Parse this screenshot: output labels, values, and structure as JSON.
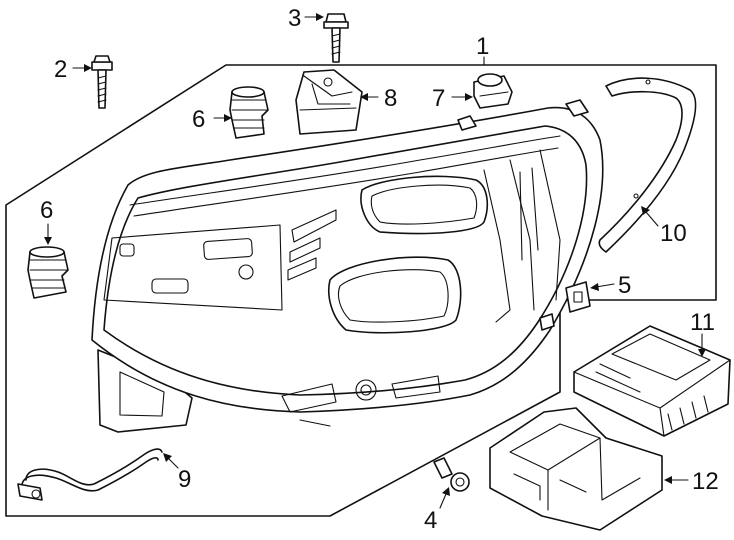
{
  "diagram": {
    "callouts": [
      {
        "id": "1",
        "label": "1"
      },
      {
        "id": "2",
        "label": "2"
      },
      {
        "id": "3",
        "label": "3"
      },
      {
        "id": "4",
        "label": "4"
      },
      {
        "id": "5",
        "label": "5"
      },
      {
        "id": "6a",
        "label": "6"
      },
      {
        "id": "6b",
        "label": "6"
      },
      {
        "id": "7",
        "label": "7"
      },
      {
        "id": "8",
        "label": "8"
      },
      {
        "id": "9",
        "label": "9"
      },
      {
        "id": "10",
        "label": "10"
      },
      {
        "id": "11",
        "label": "11"
      },
      {
        "id": "12",
        "label": "12"
      }
    ],
    "line_color": "#111111",
    "background": "#ffffff"
  }
}
